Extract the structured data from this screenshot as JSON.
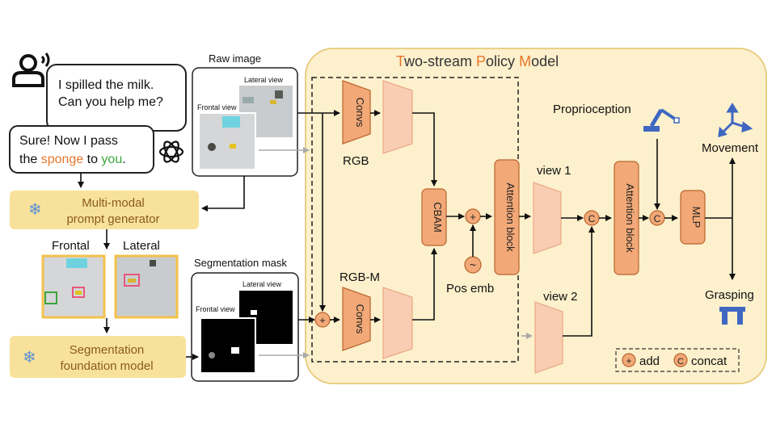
{
  "diagram": {
    "title": {
      "t1": "T",
      "rest1": "wo-stream ",
      "t2": "P",
      "rest2": "olicy ",
      "t3": "M",
      "rest3": "odel"
    },
    "user_prompt": {
      "line1": "I spilled the milk.",
      "line2": "Can you help me?"
    },
    "assistant_reply": {
      "line1": "Sure! Now I pass",
      "pre": "the ",
      "obj": "sponge",
      "mid": " to ",
      "target": "you",
      "end": "."
    },
    "raw_image": {
      "label": "Raw image",
      "lateral": "Lateral view",
      "frontal": "Frontal view"
    },
    "prompt_generator": {
      "line1": "Multi-modal",
      "line2": "prompt generator"
    },
    "views": {
      "frontal": "Frontal",
      "lateral": "Lateral"
    },
    "seg_model": {
      "line1": "Segmentation",
      "line2": "foundation model"
    },
    "seg_mask": {
      "label": "Segmentation mask",
      "lateral": "Lateral view",
      "frontal": "Frontal view"
    },
    "modules": {
      "convs": "Convs",
      "rgb": "RGB",
      "rgbm": "RGB-M",
      "cbam": "CBAM",
      "attention": "Attention block",
      "pos_emb": "Pos emb",
      "view1": "view 1",
      "view2": "view 2",
      "proprioception": "Proprioception",
      "mlp": "MLP",
      "movement": "Movement",
      "grasping": "Grasping"
    },
    "legend": {
      "add_sym": "+",
      "add": "add",
      "concat_sym": "C",
      "concat": "concat"
    },
    "ops": {
      "plus": "+",
      "concat": "C",
      "tilde": "~"
    },
    "colors": {
      "panel_bg": "#fdf0cc",
      "panel_border": "#e3c46a",
      "module_fill": "#f2a977",
      "module_border": "#b7642d",
      "feature_fill": "#f8cdb2",
      "accent_orange": "#e8782a",
      "accent_green": "#3aa63a",
      "robot_blue": "#3f67c2",
      "yellow_box": "#f8e29b"
    }
  }
}
